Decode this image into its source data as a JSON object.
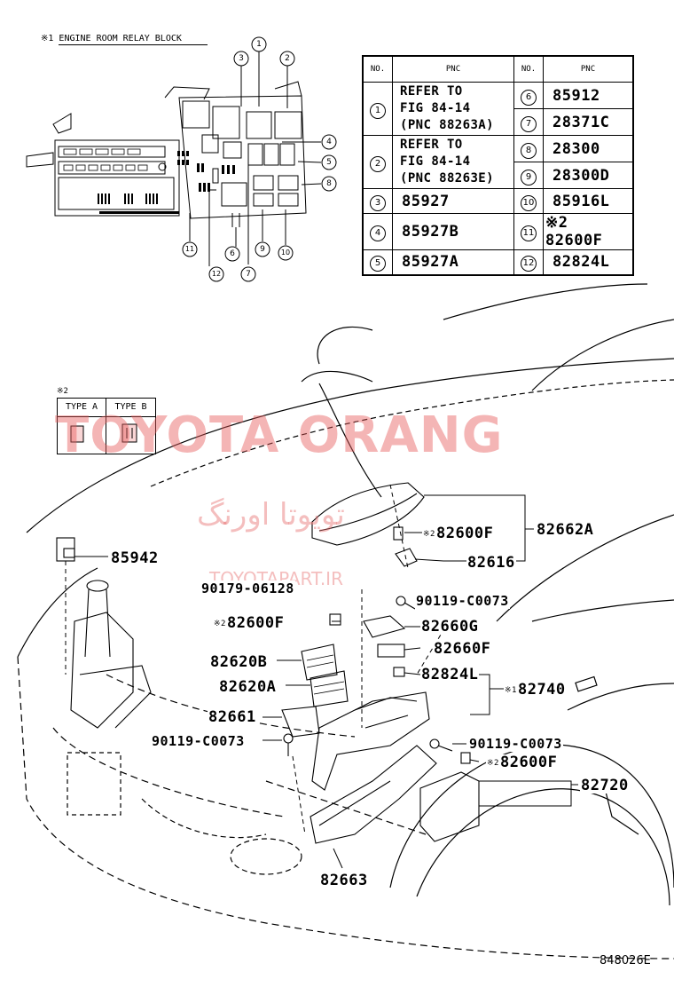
{
  "relay_block_title": "※1 ENGINE ROOM RELAY BLOCK",
  "table": {
    "headers": [
      "NO.",
      "PNC",
      "NO.",
      "PNC"
    ],
    "rows": [
      {
        "no_left": "1",
        "pnc_left": "REFER TO FIG 84-14 (PNC 88263A)",
        "no_right": "6",
        "pnc_right": "85912"
      },
      {
        "no_left": "",
        "pnc_left": "",
        "no_right": "7",
        "pnc_right": "28371C"
      },
      {
        "no_left": "2",
        "pnc_left": "REFER TO FIG 84-14 (PNC 88263E)",
        "no_right": "8",
        "pnc_right": "28300"
      },
      {
        "no_left": "",
        "pnc_left": "",
        "no_right": "9",
        "pnc_right": "28300D"
      },
      {
        "no_left": "3",
        "pnc_left": "85927",
        "no_right": "10",
        "pnc_right": "85916L"
      },
      {
        "no_left": "4",
        "pnc_left": "85927B",
        "no_right": "11",
        "pnc_right": "※2 82600F"
      },
      {
        "no_left": "5",
        "pnc_left": "85927A",
        "no_right": "12",
        "pnc_right": "82824L"
      }
    ],
    "pnc_left_lines": {
      "r1": [
        "REFER TO",
        "FIG 84-14",
        "(PNC 88263A)"
      ],
      "r2": [
        "REFER TO",
        "FIG 84-14",
        "(PNC 88263E)"
      ]
    }
  },
  "callouts": [
    "1",
    "2",
    "3",
    "4",
    "5",
    "6",
    "7",
    "8",
    "9",
    "10",
    "11",
    "12"
  ],
  "type_legend": {
    "note": "※2",
    "type_a": "TYPE A",
    "type_b": "TYPE B"
  },
  "watermarks": {
    "main": "TOYOTA ORANG",
    "persian": "تویوتا اورنگ",
    "site": "TOYOTAPART.IR"
  },
  "parts": {
    "p85942": "85942",
    "p82662A": "82662A",
    "p82600F_top": "82600F",
    "p82616": "82616",
    "p90179": "90179-06128",
    "p90119_a": "90119-C0073",
    "p82600F_mid": "82600F",
    "p82660G": "82660G",
    "p82660F": "82660F",
    "p82620B": "82620B",
    "p82620A": "82620A",
    "p82824L": "82824L",
    "p82740": "82740",
    "p82661": "82661",
    "p90119_b": "90119-C0073",
    "p90119_c": "90119-C0073",
    "p82600F_low": "82600F",
    "p82720": "82720",
    "p82663": "82663"
  },
  "notes": {
    "n2": "※2",
    "n1": "※1"
  },
  "figure_code": "848026E"
}
